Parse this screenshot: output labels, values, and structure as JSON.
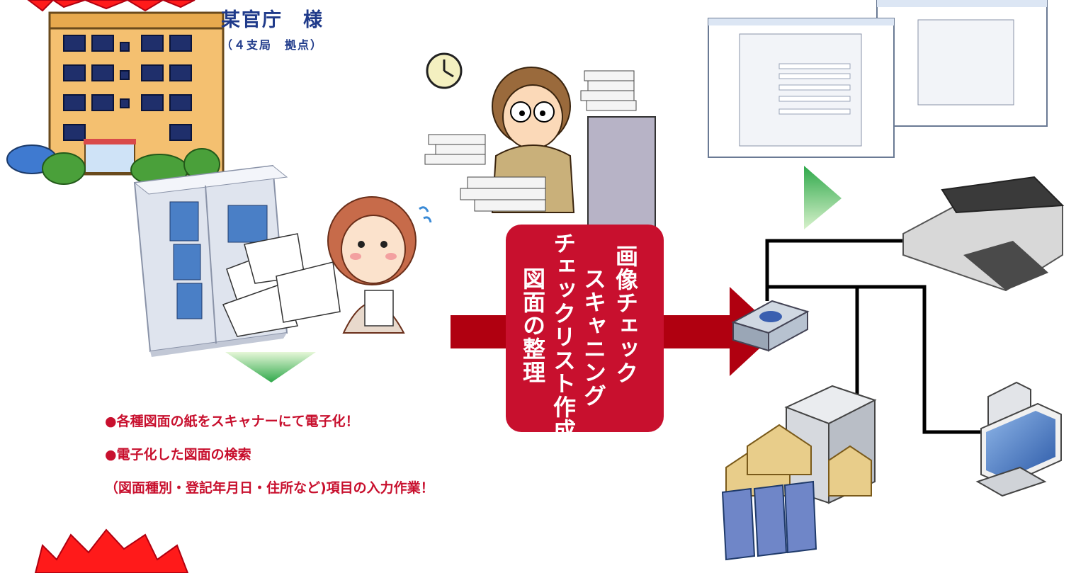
{
  "client": {
    "name": "某官庁　様",
    "sub": "（４支局　拠点）"
  },
  "process_box": {
    "lines": [
      "画像チェック",
      "スキャニング",
      "チェックリスト作成",
      "図面の整理"
    ]
  },
  "bullets": {
    "line1": "●各種図面の紙をスキャナーにて電子化！",
    "line2": "●電子化した図面の検索",
    "line3": "（図面種別・登記年月日・住所など)項目の入力作業！"
  },
  "colors": {
    "accent_red": "#c8102e",
    "title_blue": "#1f3a8a",
    "arrow_green": "#5cc85c",
    "dark_red": "#b00010"
  },
  "icons": [
    "office-building-icon",
    "bookcase-icon",
    "worried-woman-icon",
    "stressed-man-icon",
    "clock-icon",
    "software-window-icon",
    "scanner-icon",
    "network-router-icon",
    "server-icon",
    "desktop-pc-icon",
    "burst-icon"
  ]
}
